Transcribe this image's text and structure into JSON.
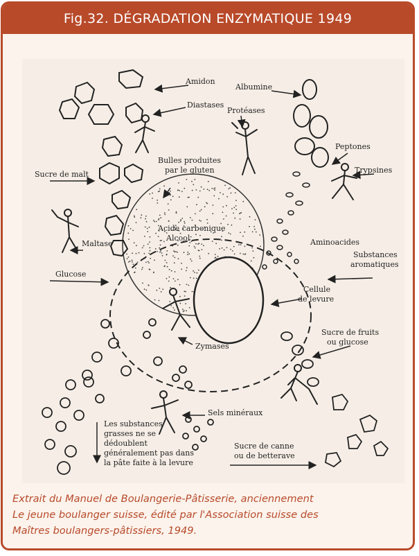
{
  "figure": {
    "title": "Fig.32. DÉGRADATION ENZYMATIQUE 1949"
  },
  "diagram": {
    "labels": {
      "amidon": "Amidon",
      "diastases": "Diastases",
      "albumine": "Albumine",
      "proteases": "Protéases",
      "peptones": "Peptones",
      "trypsines": "Trypsines",
      "sucre_malt": "Sucre de malt",
      "bulles_1": "Bulles produites",
      "bulles_2": "par le gluten",
      "acide_1": "Acide carbonique",
      "acide_2": "Alcool",
      "aminoacides": "Aminoacides",
      "substances_1": "Substances",
      "substances_2": "aromatiques",
      "maltase": "Maltase",
      "glucose": "Glucose",
      "cellule_1": "Cellule",
      "cellule_2": "de levure",
      "zymases": "Zymases",
      "sucre_fruits_1": "Sucre de fruits",
      "sucre_fruits_2": "ou glucose",
      "sels": "Sels minéraux",
      "graisses_1": "Les substances",
      "graisses_2": "grasses ne se",
      "graisses_3": "dédoublent",
      "graisses_4": "généralement pas dans",
      "graisses_5": "la pâte faite à la levure",
      "sucre_canne_1": "Sucre de canne",
      "sucre_canne_2": "ou de betterave"
    }
  },
  "caption": {
    "line1": "Extrait du Manuel de Boulangerie-Pâtisserie, anciennement",
    "line2": "Le jeune boulanger suisse, édité par l'Association suisse des",
    "line3": "Maîtres boulangers-pâtissiers, 1949."
  },
  "colors": {
    "accent": "#b84a2a",
    "panel": "#fbf3ec",
    "illustration_bg": "#f6eee6"
  }
}
